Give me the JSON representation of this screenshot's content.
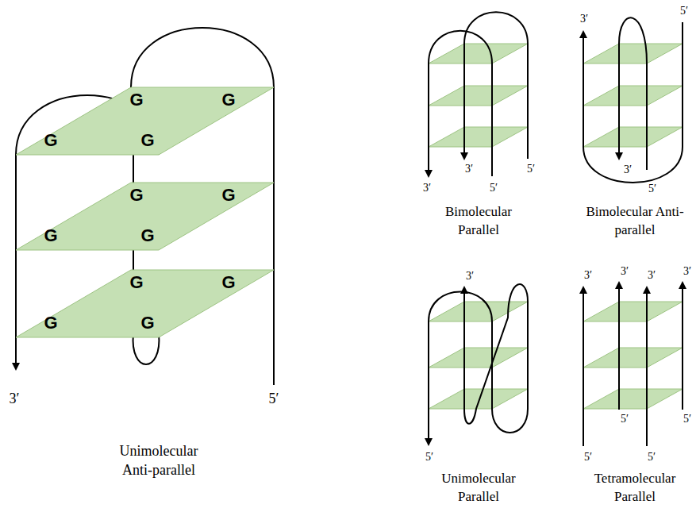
{
  "diagram": {
    "nodes": [
      {
        "text": [
          "G",
          "G",
          "G",
          "G"
        ]
      },
      {
        "text": [
          "G",
          "G",
          "G",
          "G"
        ]
      },
      {
        "text": [
          "G",
          "G",
          "G",
          "G"
        ]
      }
    ],
    "labels": [
      "3′",
      "5′",
      "Unimolecular Anti-parallel",
      "3′",
      "3′",
      "5′",
      "5′",
      "Bimolecular Parallel",
      "3′",
      "5′",
      "3′",
      "5′",
      "Bimolecular Anti-parallel",
      "3′",
      "5′",
      "Unimolecular Parallel",
      "3′",
      "3′",
      "3′",
      "3′",
      "5′",
      "5′",
      "5′",
      "5′",
      "Tetramolecular Parallel"
    ]
  }
}
